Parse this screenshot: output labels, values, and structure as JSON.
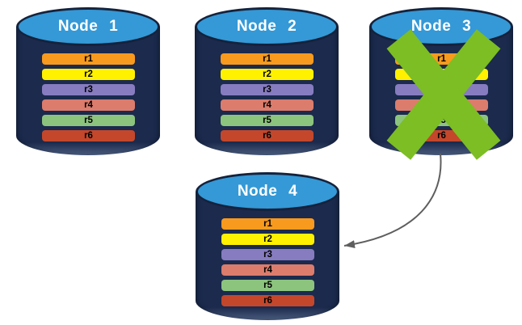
{
  "nodes": [
    {
      "label": "Node 1",
      "status": "active",
      "replicas": [
        {
          "label": "r1",
          "color": "#F89A1D"
        },
        {
          "label": "r2",
          "color": "#FFF100"
        },
        {
          "label": "r3",
          "color": "#877CC0"
        },
        {
          "label": "r4",
          "color": "#DC7C6C"
        },
        {
          "label": "r5",
          "color": "#8CC47E"
        },
        {
          "label": "r6",
          "color": "#C4472B"
        }
      ]
    },
    {
      "label": "Node 2",
      "status": "active",
      "replicas": [
        {
          "label": "r1",
          "color": "#F89A1D"
        },
        {
          "label": "r2",
          "color": "#FFF100"
        },
        {
          "label": "r3",
          "color": "#877CC0"
        },
        {
          "label": "r4",
          "color": "#DC7C6C"
        },
        {
          "label": "r5",
          "color": "#8CC47E"
        },
        {
          "label": "r6",
          "color": "#C4472B"
        }
      ]
    },
    {
      "label": "Node 3",
      "status": "failed",
      "replicas": [
        {
          "label": "r1",
          "color": "#F89A1D"
        },
        {
          "label": "r2",
          "color": "#FFF100"
        },
        {
          "label": "r3",
          "color": "#877CC0"
        },
        {
          "label": "r4",
          "color": "#DC7C6C"
        },
        {
          "label": "r5",
          "color": "#8CC47E"
        },
        {
          "label": "r6",
          "color": "#C4472B"
        }
      ]
    },
    {
      "label": "Node 4",
      "status": "active",
      "replicas": [
        {
          "label": "r1",
          "color": "#F89A1D"
        },
        {
          "label": "r2",
          "color": "#FFF100"
        },
        {
          "label": "r3",
          "color": "#877CC0"
        },
        {
          "label": "r4",
          "color": "#DC7C6C"
        },
        {
          "label": "r5",
          "color": "#8CC47E"
        },
        {
          "label": "r6",
          "color": "#C4472B"
        }
      ]
    }
  ],
  "failure_mark": {
    "on_node": "Node 3",
    "icon": "x-cross",
    "color": "#7CBE23"
  },
  "arrow": {
    "from": "Node 3",
    "to": "Node 4",
    "style": "curved",
    "color": "#5E5E5E"
  },
  "palette": {
    "background": "#FFFFFF",
    "cylinder_body": "#1B2A4D",
    "cylinder_top": "#3499D6",
    "cylinder_outline": "#15223C",
    "title_text": "#FFFFFF",
    "replica_text": "#000000"
  }
}
